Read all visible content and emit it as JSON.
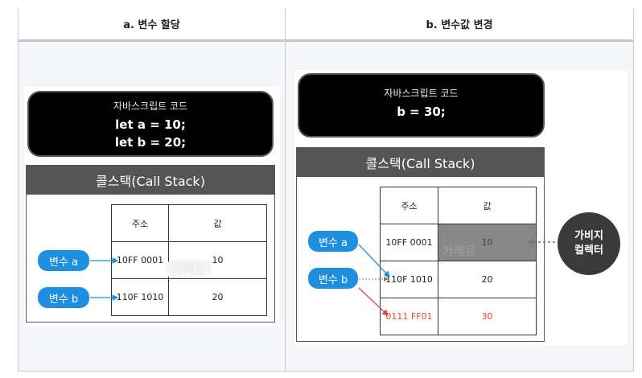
{
  "headers": {
    "left": "a. 변수 할당",
    "right": "b. 변수값 변경"
  },
  "left": {
    "code_title": "자바스크립트 코드",
    "code_lines": [
      "let a = 10;",
      "let b = 20;"
    ],
    "stack_title": "콜스택(Call Stack)",
    "table_headers": [
      "주소",
      "값"
    ],
    "rows": [
      {
        "address": "10FF 0001",
        "value": "10"
      },
      {
        "address": "110F 1010",
        "value": "20"
      }
    ],
    "vars": [
      "변수 a",
      "변수 b"
    ],
    "watermark": "카레유"
  },
  "right": {
    "code_title": "자바스크립트 코드",
    "code_lines": [
      "b = 30;"
    ],
    "stack_title": "콜스택(Call Stack)",
    "table_headers": [
      "주소",
      "값"
    ],
    "rows": [
      {
        "address": "10FF 0001",
        "value": "10"
      },
      {
        "address": "110F 1010",
        "value": "20"
      },
      {
        "address": "0111 FF01",
        "value": "30"
      }
    ],
    "vars": [
      "변수 a",
      "변수 b"
    ],
    "watermark": "카레유",
    "gc_label_lines": [
      "가비지",
      "컬렉터"
    ]
  },
  "colors": {
    "accent_blue": "#1e8fe0",
    "highlight_red": "#e5443a",
    "stack_header": "#555555"
  }
}
